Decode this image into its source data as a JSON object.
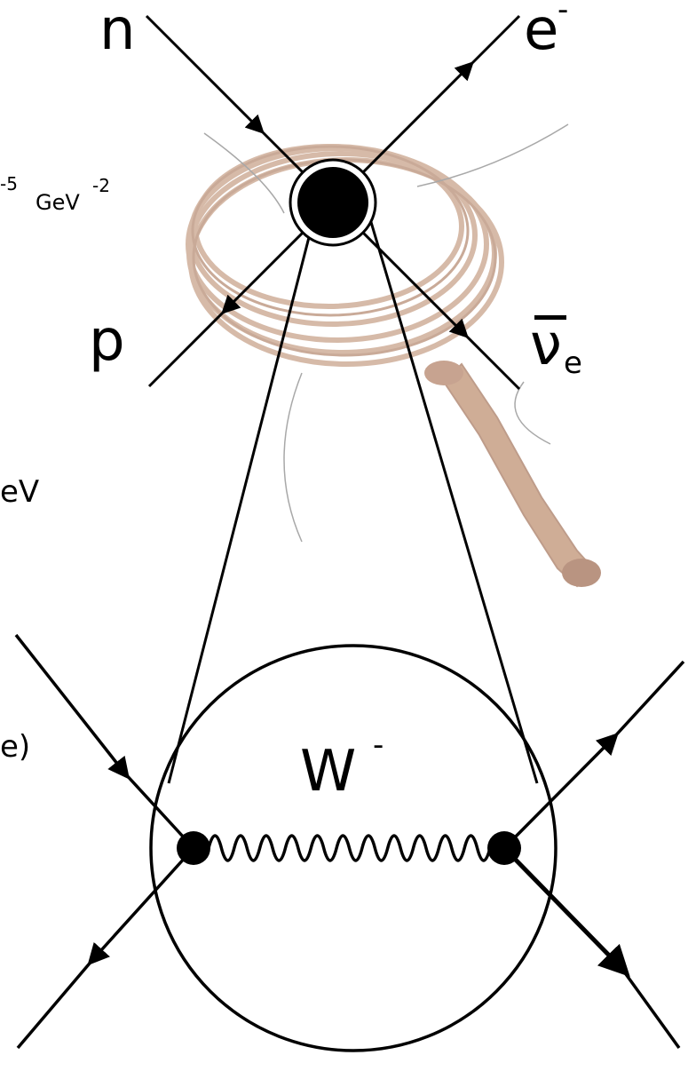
{
  "top_vertex": {
    "labels": {
      "neutron": "n",
      "electron": "e",
      "electron_charge": "-",
      "proton": "p",
      "antineutrino": "ν",
      "antineutrino_subscript": "e"
    }
  },
  "side_text": {
    "fragment_1": "-5",
    "fragment_1_unit": "GeV",
    "fragment_1_unit_exp": "-2",
    "fragment_2": "eV",
    "fragment_3": "e)"
  },
  "bottom_vertex": {
    "boson_label": "W",
    "boson_charge": "-"
  },
  "colors": {
    "line": "#000000",
    "photo_tint": "#c9a48c",
    "photo_shadow": "#a9806a",
    "background": "#ffffff"
  },
  "icons": {
    "magnifier": "magnifying-glass-icon",
    "wavy": "w-boson-propagator"
  }
}
